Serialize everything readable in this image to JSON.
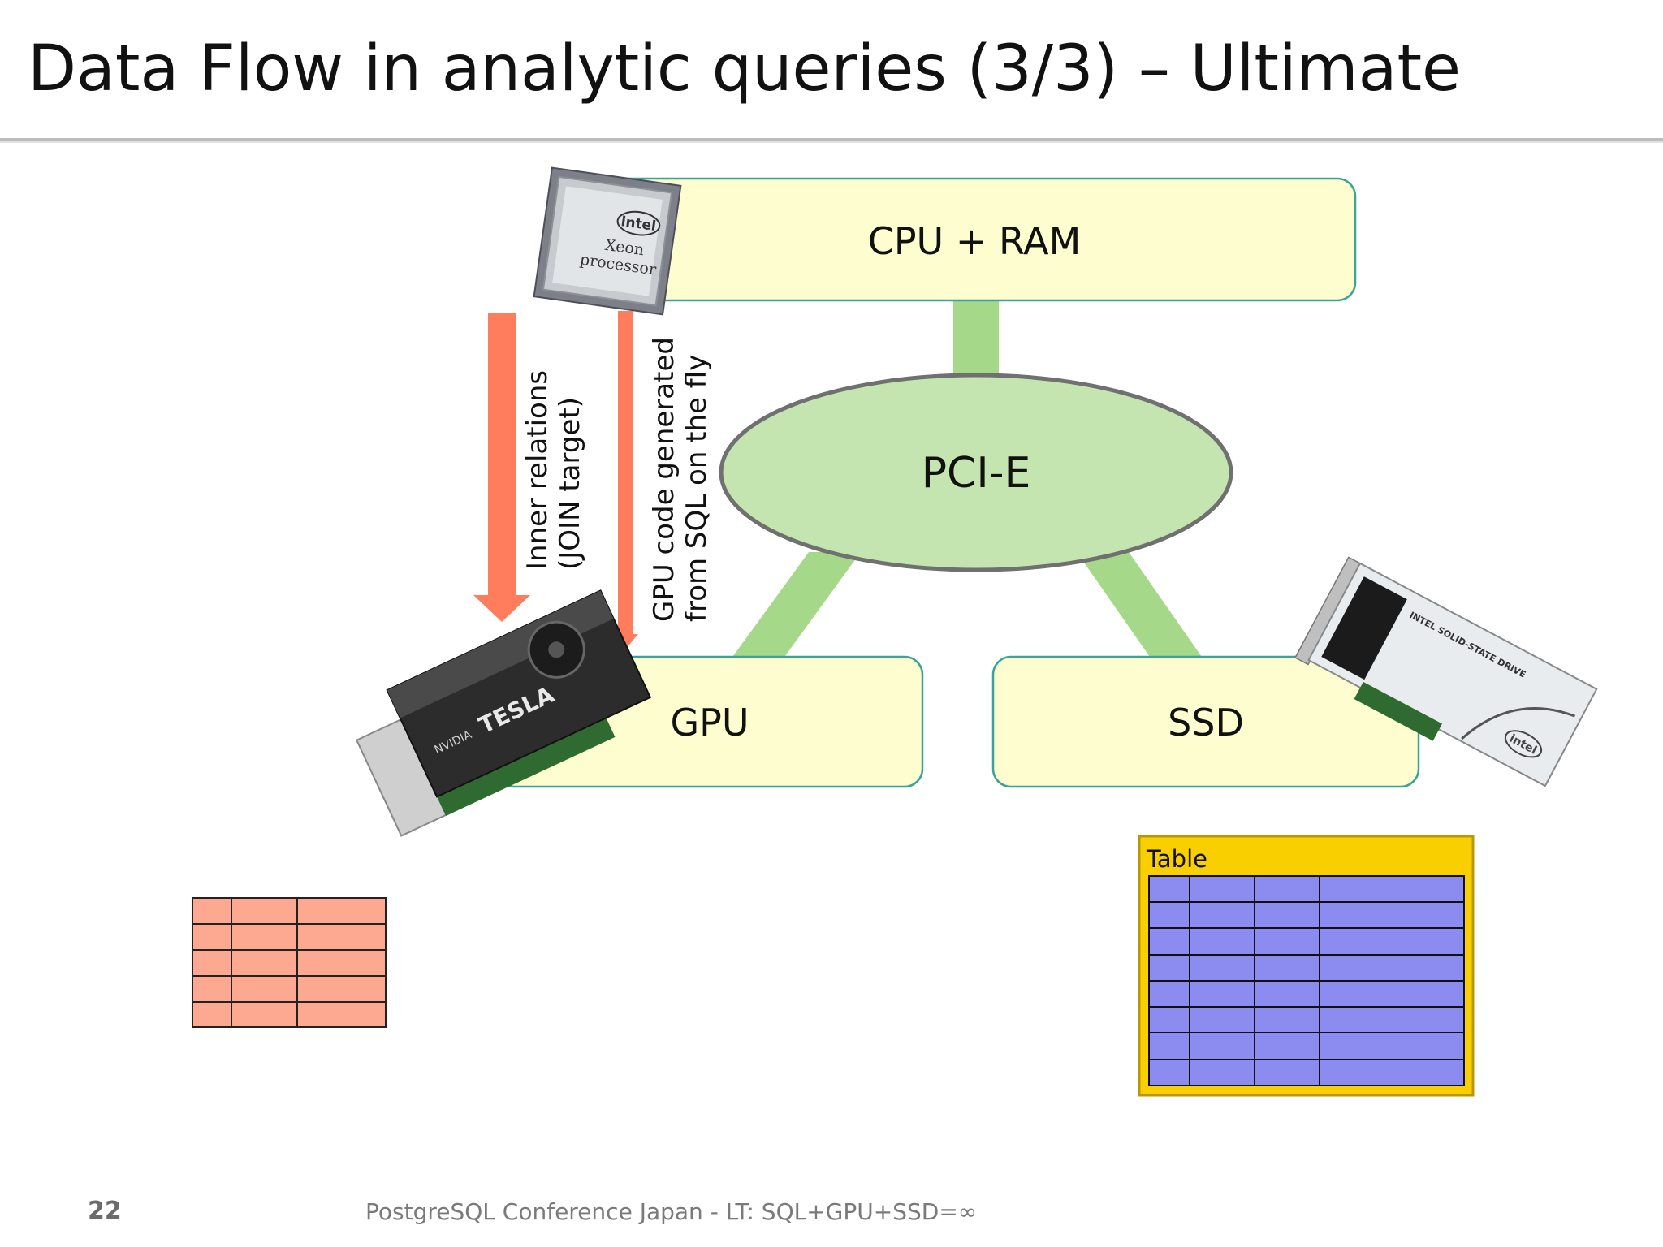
{
  "slide": {
    "title": "Data Flow in analytic queries (3/3) – Ultimate",
    "page_number": "22",
    "footer": "PostgreSQL Conference Japan - LT: SQL+GPU+SSD=∞"
  },
  "nodes": {
    "cpu_ram": "CPU + RAM",
    "pcie": "PCI-E",
    "gpu": "GPU",
    "ssd": "SSD"
  },
  "arrows": {
    "inner_relations_line1": "Inner relations",
    "inner_relations_line2": "(JOIN target)",
    "gpu_code_line1": "GPU code generated",
    "gpu_code_line2": "from SQL on the fly"
  },
  "table_label": "Table",
  "product_labels": {
    "cpu_brand": "intel",
    "cpu_line1": "Xeon",
    "cpu_line2": "processor",
    "gpu_brand": "NVIDIA",
    "gpu_model": "TESLA",
    "ssd_brand": "intel",
    "ssd_text": "INTEL SOLID-STATE DRIVE"
  },
  "colors": {
    "box_fill": "#fdfdcf",
    "box_border": "#3aa39a",
    "ellipse_fill": "#c4e4b0",
    "ellipse_border": "#707070",
    "link_green": "#a6d88a",
    "arrow": "#ff7c5c",
    "inner_table_fill": "#fda890",
    "table_frame": "#f9cf00",
    "table_cells": "#8c8cf0"
  }
}
